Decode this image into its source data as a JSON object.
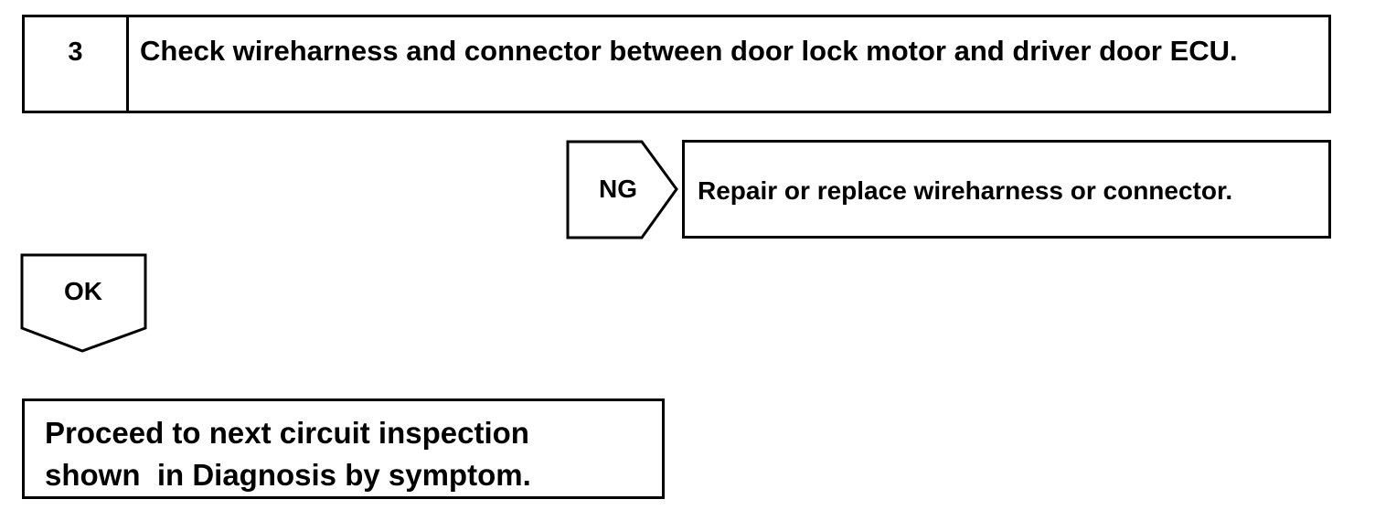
{
  "step": {
    "number": "3",
    "title": "Check wireharness and connector between door lock motor and driver door ECU."
  },
  "ng_branch": {
    "label": "NG",
    "action": "Repair or replace wireharness or connector."
  },
  "ok_branch": {
    "label": "OK"
  },
  "proceed": {
    "line1": "Proceed to next circuit inspection",
    "line2": "shown  in Diagnosis by symptom."
  }
}
